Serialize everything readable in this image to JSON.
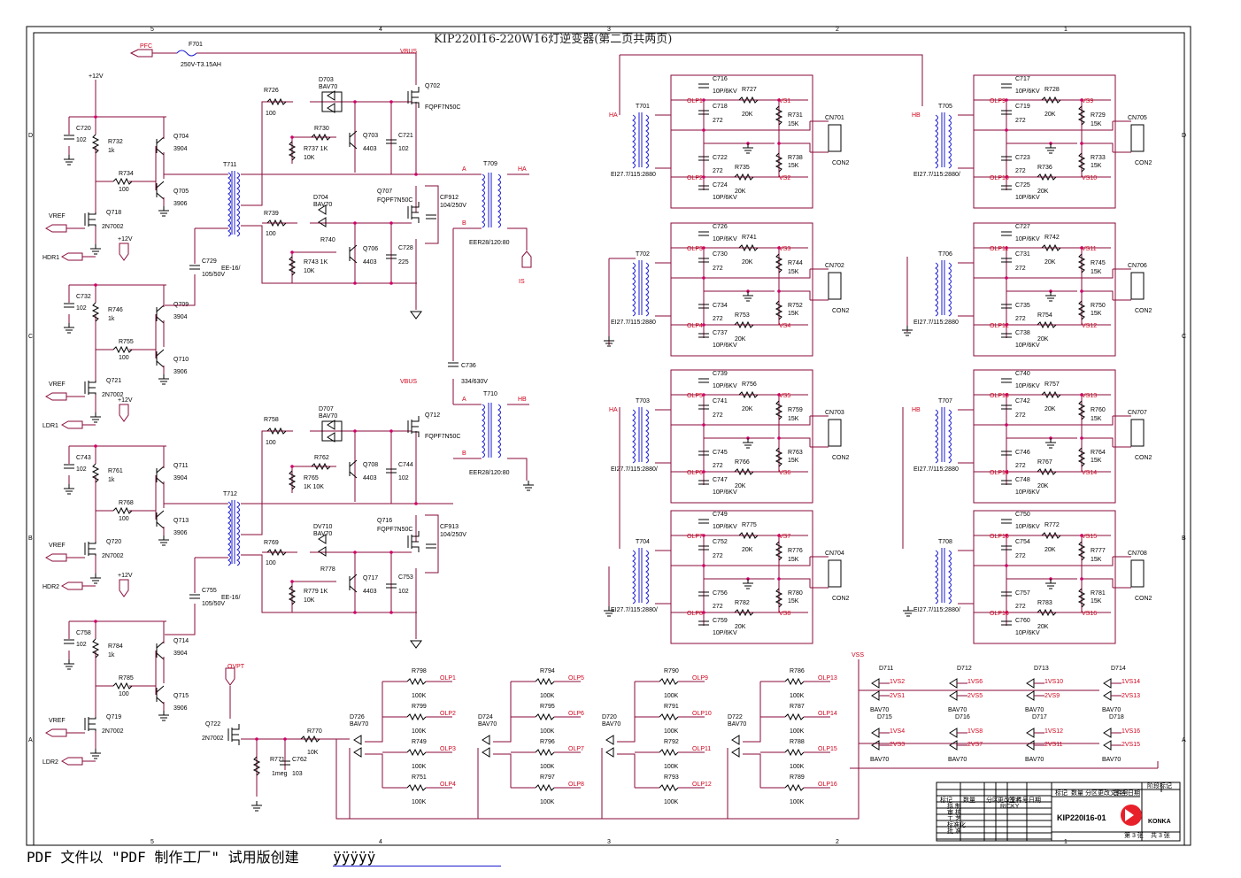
{
  "title": "KIP220I16-220W16灯逆变器(第二页共两页)",
  "footer": "PDF 文件以 \"PDF 制作工厂\" 试用版创建",
  "footer_tail": "ÿÿÿÿÿ",
  "border_cols": [
    "5",
    "4",
    "3",
    "2",
    "1"
  ],
  "border_rows": [
    "D",
    "C",
    "B",
    "A"
  ],
  "nets": {
    "pfc": "PFC",
    "vbus": "VBUS",
    "vref": "VREF",
    "p12v": "+12V",
    "ha": "HA",
    "hb": "HB",
    "a": "A",
    "b": "B",
    "is": "IS",
    "ovpt": "OVPT",
    "vss": "VSS"
  },
  "left_blocks": [
    {
      "c": "C720",
      "cv": "102",
      "r1": "R732",
      "r1v": "1k",
      "r2": "R734",
      "r2v": "100",
      "qa": "Q704",
      "qav": "3904",
      "qb": "Q705",
      "qbv": "3906",
      "qm": "Q718",
      "qmv": "2N7002",
      "sig": "HDR1"
    },
    {
      "c": "C732",
      "cv": "102",
      "r1": "R746",
      "r1v": "1k",
      "r2": "R755",
      "r2v": "100",
      "qa": "Q709",
      "qav": "3904",
      "qb": "Q710",
      "qbv": "3906",
      "qm": "Q721",
      "qmv": "2N7002",
      "sig": "LDR1"
    },
    {
      "c": "C743",
      "cv": "102",
      "r1": "R761",
      "r1v": "1k",
      "r2": "R768",
      "r2v": "100",
      "qa": "Q711",
      "qav": "3904",
      "qb": "Q713",
      "qbv": "3906",
      "qm": "Q720",
      "qmv": "2N7002",
      "sig": "HDR2"
    },
    {
      "c": "C758",
      "cv": "102",
      "r1": "R784",
      "r1v": "1k",
      "r2": "R785",
      "r2v": "100",
      "qa": "Q714",
      "qav": "3904",
      "qb": "Q715",
      "qbv": "3906",
      "qm": "Q719",
      "qmv": "2N7002",
      "sig": "LDR2"
    }
  ],
  "fuse": {
    "ref": "F701",
    "val": "250V-T3.15AH"
  },
  "drivers": [
    {
      "t": "T711",
      "tv": "EE-16/",
      "cap": "C729",
      "capv": "105/50V",
      "hi": {
        "r": "R726",
        "rv": "100",
        "d": "D703",
        "dv": "BAV70",
        "rb": "R730",
        "q": "Q703",
        "qv": "4403",
        "rc": "R737 1K",
        "rcv": "10K",
        "c": "C721",
        "cv": "102",
        "qm": "Q702",
        "qmv": "FQPF7N50C"
      },
      "lo": {
        "r": "R739",
        "rv": "100",
        "d": "D704",
        "dv": "BAV70",
        "rb": "R740",
        "q": "Q706",
        "qv": "4403",
        "rc": "R743 1K",
        "rcv": "10K",
        "c": "C728",
        "cv": "225",
        "qm": "Q707",
        "qmv": "FQPF7N50C"
      },
      "cf": "CF912",
      "cfv": "104/250V"
    },
    {
      "t": "T712",
      "tv": "EE-16/",
      "cap": "C755",
      "capv": "105/50V",
      "hi": {
        "r": "R758",
        "rv": "100",
        "d": "D707",
        "dv": "BAV70",
        "rb": "R762",
        "q": "Q708",
        "qv": "4403",
        "rc": "R765",
        "rcv": "1K 10K",
        "c": "C744",
        "cv": "102",
        "qm": "Q712",
        "qmv": "FQPF7N50C"
      },
      "lo": {
        "r": "R769",
        "rv": "100",
        "d": "DV710",
        "dv": "BAV70",
        "rb": "R778",
        "q": "Q717",
        "qv": "4403",
        "rc": "R779 1K",
        "rcv": "10K",
        "c": "C753",
        "cv": "102",
        "qm": "Q716",
        "qmv": "FQPF7N50C"
      },
      "cf": "CF913",
      "cfv": "104/250V"
    }
  ],
  "out_transformers": [
    {
      "ref": "T709",
      "val": "EER28/120:80",
      "net": "HA"
    },
    {
      "ref": "T710",
      "val": "EER28/120:80",
      "net": "HB"
    }
  ],
  "c736": {
    "ref": "C736",
    "val": "334/630V"
  },
  "lamp_groups": [
    {
      "t": "T701",
      "tv": "EI27.7/115:2880",
      "net": "HA",
      "ca": "C716",
      "cav": "10P/6KV",
      "cb": "C718",
      "cbv": "272",
      "ra": "R727",
      "rav": "20K",
      "rb": "R731",
      "rbv": "15K",
      "olpa": "OLP1",
      "vsa": "VS1",
      "cc": "C722",
      "ccv": "272",
      "cd": "C724",
      "cdv": "10P/6KV",
      "rc": "R735",
      "rcv": "20K",
      "rd": "R738",
      "rdv": "15K",
      "olpb": "OLP2",
      "vsb": "VS2",
      "cn": "CN701",
      "cnv": "CON2"
    },
    {
      "t": "T702",
      "tv": "EI27.7/115:2880",
      "net": "",
      "ca": "C726",
      "cav": "10P/6KV",
      "cb": "C730",
      "cbv": "272",
      "ra": "R741",
      "rav": "20K",
      "rb": "R744",
      "rbv": "15K",
      "olpa": "OLP3",
      "vsa": "VS3",
      "cc": "C734",
      "ccv": "272",
      "cd": "C737",
      "cdv": "10P/6KV",
      "rc": "R753",
      "rcv": "20K",
      "rd": "R752",
      "rdv": "15K",
      "olpb": "OLP4",
      "vsb": "VS4",
      "cn": "CN702",
      "cnv": "CON2"
    },
    {
      "t": "T703",
      "tv": "EI27.7/115:2880/",
      "net": "HA",
      "ca": "C739",
      "cav": "10P/6KV",
      "cb": "C741",
      "cbv": "272",
      "ra": "R756",
      "rav": "20K",
      "rb": "R759",
      "rbv": "15K",
      "olpa": "OLP5",
      "vsa": "VS5",
      "cc": "C745",
      "ccv": "272",
      "cd": "C747",
      "cdv": "10P/6KV",
      "rc": "R766",
      "rcv": "20K",
      "rd": "R763",
      "rdv": "15K",
      "olpb": "OLP6",
      "vsb": "VS6",
      "cn": "CN703",
      "cnv": "CON2"
    },
    {
      "t": "T704",
      "tv": "EI27.7/115:2880/",
      "net": "",
      "ca": "C749",
      "cav": "10P/6KV",
      "cb": "C752",
      "cbv": "272",
      "ra": "R775",
      "rav": "20K",
      "rb": "R776",
      "rbv": "15K",
      "olpa": "OLP7",
      "vsa": "VS7",
      "cc": "C756",
      "ccv": "272",
      "cd": "C759",
      "cdv": "10P/6KV",
      "rc": "R782",
      "rcv": "20K",
      "rd": "R780",
      "rdv": "15K",
      "olpb": "OLP8",
      "vsb": "VS8",
      "cn": "CN704",
      "cnv": "CON2"
    },
    {
      "t": "T705",
      "tv": "EI27.7/115:2880/",
      "net": "HB",
      "ca": "C717",
      "cav": "10P/6KV",
      "cb": "C719",
      "cbv": "272",
      "ra": "R728",
      "rav": "20K",
      "rb": "R729",
      "rbv": "15K",
      "olpa": "OLP9",
      "vsa": "VS9",
      "cc": "C723",
      "ccv": "272",
      "cd": "C725",
      "cdv": "10P/6KV",
      "rc": "R736",
      "rcv": "20K",
      "rd": "R733",
      "rdv": "15K",
      "olpb": "OLP10",
      "vsb": "VS10",
      "cn": "CN705",
      "cnv": "CON2"
    },
    {
      "t": "T706",
      "tv": "EI27.7/115:2880",
      "net": "",
      "ca": "C727",
      "cav": "10P/6KV",
      "cb": "C731",
      "cbv": "272",
      "ra": "R742",
      "rav": "20K",
      "rb": "R745",
      "rbv": "15K",
      "olpa": "OLP11",
      "vsa": "VS11",
      "cc": "C735",
      "ccv": "272",
      "cd": "C738",
      "cdv": "10P/6KV",
      "rc": "R754",
      "rcv": "20K",
      "rd": "R750",
      "rdv": "15K",
      "olpb": "OLP12",
      "vsb": "VS12",
      "cn": "CN706",
      "cnv": "CON2"
    },
    {
      "t": "T707",
      "tv": "EI27.7/115:2880",
      "net": "HB",
      "ca": "C740",
      "cav": "10P/6KV",
      "cb": "C742",
      "cbv": "272",
      "ra": "R757",
      "rav": "20K",
      "rb": "R760",
      "rbv": "15K",
      "olpa": "OLP13",
      "vsa": "VS13",
      "cc": "C746",
      "ccv": "272",
      "cd": "C748",
      "cdv": "10P/6KV",
      "rc": "R767",
      "rcv": "20K",
      "rd": "R764",
      "rdv": "15K",
      "olpb": "OLP14",
      "vsb": "VS14",
      "cn": "CN707",
      "cnv": "CON2"
    },
    {
      "t": "T708",
      "tv": "EI27.7/115:2880/",
      "net": "",
      "ca": "C750",
      "cav": "10P/6KV",
      "cb": "C754",
      "cbv": "272",
      "ra": "R772",
      "rav": "20K",
      "rb": "R777",
      "rbv": "15K",
      "olpa": "OLP15",
      "vsa": "VS15",
      "cc": "C757",
      "ccv": "272",
      "cd": "C760",
      "cdv": "10P/6KV",
      "rc": "R783",
      "rcv": "20K",
      "rd": "R781",
      "rdv": "15K",
      "olpb": "OLP16",
      "vsb": "VS16",
      "cn": "CN708",
      "cnv": "CON2"
    }
  ],
  "ovp": {
    "q": "Q722",
    "qv": "2N7002",
    "r": "R770",
    "rv": "10K",
    "r2": "R771",
    "r2v": "1meg",
    "c": "C762",
    "cv": "103"
  },
  "olp_groups": [
    {
      "d": "D726",
      "dv": "BAV70",
      "rows": [
        {
          "r": "R798",
          "v": "100K",
          "o": "OLP1"
        },
        {
          "r": "R799",
          "v": "100K",
          "o": "OLP2"
        },
        {
          "r": "R749",
          "v": "100K",
          "o": "OLP3"
        },
        {
          "r": "R751",
          "v": "100K",
          "o": "OLP4"
        }
      ]
    },
    {
      "d": "D724",
      "dv": "BAV70",
      "rows": [
        {
          "r": "R794",
          "v": "100K",
          "o": "OLP5"
        },
        {
          "r": "R795",
          "v": "100K",
          "o": "OLP6"
        },
        {
          "r": "R796",
          "v": "100K",
          "o": "OLP7"
        },
        {
          "r": "R797",
          "v": "100K",
          "o": "OLP8"
        }
      ]
    },
    {
      "d": "D720",
      "dv": "BAV70",
      "rows": [
        {
          "r": "R790",
          "v": "100K",
          "o": "OLP9"
        },
        {
          "r": "R791",
          "v": "100K",
          "o": "OLP10"
        },
        {
          "r": "R792",
          "v": "100K",
          "o": "OLP11"
        },
        {
          "r": "R793",
          "v": "100K",
          "o": "OLP12"
        }
      ]
    },
    {
      "d": "D722",
      "dv": "BAV70",
      "rows": [
        {
          "r": "R786",
          "v": "100K",
          "o": "OLP13"
        },
        {
          "r": "R787",
          "v": "100K",
          "o": "OLP14"
        },
        {
          "r": "R788",
          "v": "100K",
          "o": "OLP15"
        },
        {
          "r": "R789",
          "v": "100K",
          "o": "OLP16"
        }
      ]
    }
  ],
  "vs_diodes": [
    {
      "top": "D711",
      "topv": "BAV70",
      "a": "1VS2",
      "b": "2VS1",
      "bot": "D715",
      "botv": "BAV70",
      "c": "1VS4",
      "d": "2VS3"
    },
    {
      "top": "D712",
      "topv": "BAV70",
      "a": "1VS6",
      "b": "2VS5",
      "bot": "D716",
      "botv": "BAV70",
      "c": "1VS8",
      "d": "2VS7"
    },
    {
      "top": "D713",
      "topv": "BAV70",
      "a": "1VS10",
      "b": "2VS9",
      "bot": "D717",
      "botv": "BAV70",
      "c": "1VS12",
      "d": "2VS11"
    },
    {
      "top": "D714",
      "topv": "BAV70",
      "a": "1VS14",
      "b": "2VS13",
      "bot": "D718",
      "botv": "BAV70",
      "c": "1VS16",
      "d": "2VS15"
    }
  ],
  "titleblock": {
    "h1": "标记",
    "h2": "数量",
    "h3": "分区",
    "h4": "更改文件号",
    "h5": "签名",
    "h6": "日期",
    "r1": "拟 制",
    "r1v": "RICKY",
    "r2": "审 核",
    "r3": "工 艺",
    "r4": "标准化",
    "r5": "批 准",
    "part": "KIP220I16-01",
    "brand": "KONKA",
    "stage": "阶段标记",
    "sheet": "第 3 张",
    "total": "共 3 张"
  }
}
